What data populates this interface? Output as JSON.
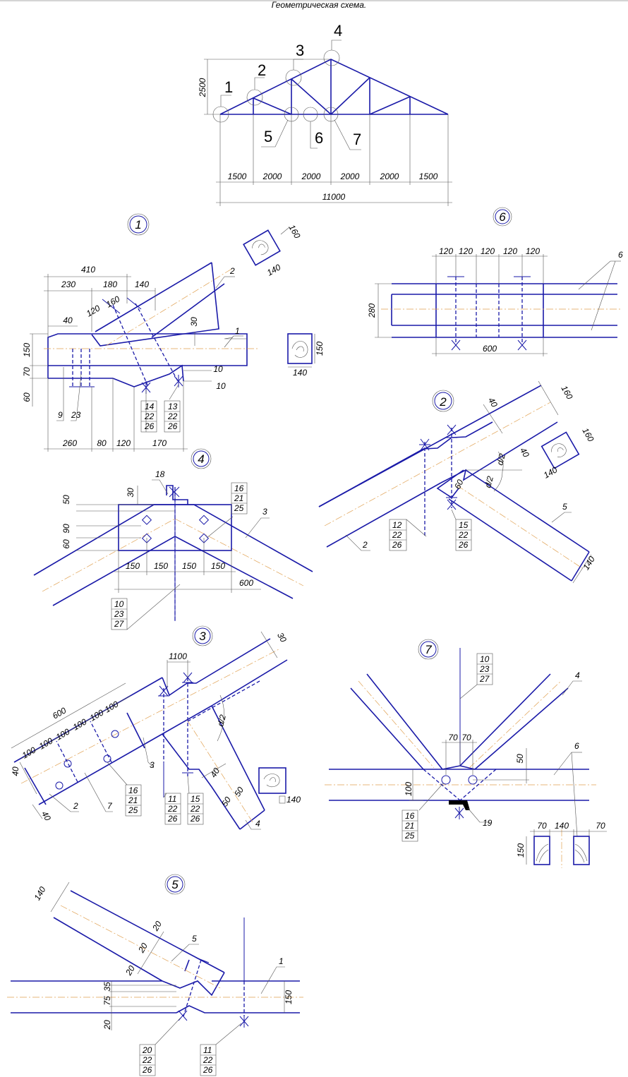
{
  "title": "Геометрическая схема.",
  "scheme": {
    "nodes": [
      "1",
      "2",
      "3",
      "4",
      "5",
      "6",
      "7"
    ],
    "height": "2500",
    "spans": [
      "1500",
      "2000",
      "2000",
      "2000",
      "2000",
      "1500"
    ],
    "total": "11000"
  },
  "n1": {
    "title": "1",
    "dims": {
      "d410": "410",
      "d230": "230",
      "d180": "180",
      "d140a": "140",
      "d120": "120",
      "d160": "160",
      "d40": "40",
      "d30": "30",
      "d150": "150",
      "d70": "70",
      "d60": "60",
      "d10a": "10",
      "d10b": "10",
      "d260": "260",
      "d80": "80",
      "d120b": "120",
      "d170": "170"
    },
    "marks": {
      "m1": "1",
      "m2": "2",
      "m9": "9",
      "m23": "23"
    },
    "stackA": [
      "14",
      "22",
      "26"
    ],
    "stackB": [
      "13",
      "22",
      "26"
    ],
    "sec1": {
      "w": "160",
      "h": "140"
    },
    "sec2": {
      "w": "150",
      "h": "140"
    }
  },
  "n6": {
    "title": "6",
    "dims": [
      "120",
      "120",
      "120",
      "120",
      "120"
    ],
    "h": "280",
    "len": "600",
    "mark": "6"
  },
  "n2": {
    "title": "2",
    "dims": {
      "d40a": "40",
      "d160a": "160",
      "d160b": "160",
      "d40b": "40",
      "d60": "60",
      "d140a": "140",
      "d140b": "140",
      "dd1": "d/2",
      "dd2": "d/2"
    },
    "marks": {
      "m2": "2",
      "m5": "5"
    },
    "stackA": [
      "12",
      "22",
      "26"
    ],
    "stackB": [
      "15",
      "22",
      "26"
    ]
  },
  "n4": {
    "title": "4",
    "dims": {
      "d30": "30",
      "d50": "50",
      "d90": "90",
      "d60": "60",
      "s1": "150",
      "s2": "150",
      "s3": "150",
      "s4": "150",
      "d600": "600"
    },
    "marks": {
      "m18": "18",
      "m3": "3"
    },
    "stackA": [
      "16",
      "21",
      "25"
    ],
    "stackB": [
      "10",
      "23",
      "27"
    ]
  },
  "n3": {
    "title": "3",
    "dims": {
      "d1100": "1100",
      "d30": "30",
      "d600": "600",
      "p1": "100",
      "p2": "100",
      "p3": "100",
      "p4": "100",
      "p5": "100",
      "p6": "100",
      "d40a": "40",
      "d40b": "40",
      "dd": "d/2",
      "d40c": "40",
      "d50a": "50",
      "d50b": "50",
      "d140": "140"
    },
    "marks": {
      "m3": "3",
      "m2": "2",
      "m7": "7",
      "m4": "4"
    },
    "stackA": [
      "16",
      "21",
      "25"
    ],
    "stackB": [
      "11",
      "22",
      "26"
    ],
    "stackC": [
      "15",
      "22",
      "26"
    ]
  },
  "n7": {
    "title": "7",
    "dims": {
      "d70a": "70",
      "d70b": "70",
      "d50": "50",
      "d100": "100",
      "s70a": "70",
      "s140": "140",
      "s70b": "70",
      "s150": "150"
    },
    "marks": {
      "m4": "4",
      "m6": "6",
      "m19": "19"
    },
    "stackA": [
      "10",
      "23",
      "27"
    ],
    "stackB": [
      "16",
      "21",
      "25"
    ]
  },
  "n5": {
    "title": "5",
    "dims": {
      "d140": "140",
      "d20a": "20",
      "d20b": "20",
      "d20c": "20",
      "d35": "35",
      "d75": "75",
      "d20d": "20",
      "d150": "150"
    },
    "marks": {
      "m5": "5",
      "m1": "1"
    },
    "stackA": [
      "20",
      "22",
      "26"
    ],
    "stackB": [
      "11",
      "22",
      "26"
    ]
  }
}
